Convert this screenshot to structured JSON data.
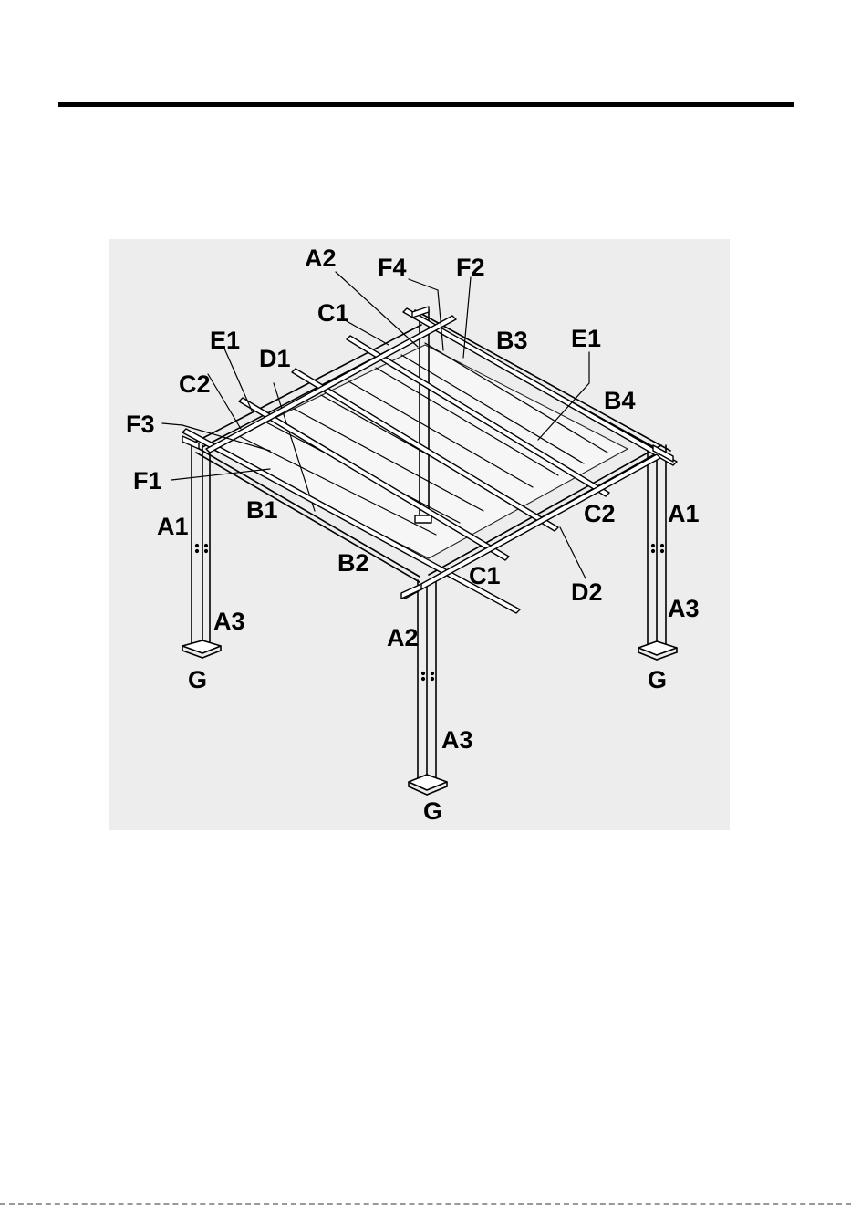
{
  "labels": {
    "a2_top": "A2",
    "f4": "F4",
    "f2": "F2",
    "c1_top": "C1",
    "b3": "B3",
    "e1_right": "E1",
    "e1_left": "E1",
    "d1": "D1",
    "c2_left": "C2",
    "b4": "B4",
    "f3": "F3",
    "f1": "F1",
    "b1": "B1",
    "a1_left": "A1",
    "c2_right": "C2",
    "a1_right": "A1",
    "b2": "B2",
    "c1_front": "C1",
    "d2": "D2",
    "a3_left": "A3",
    "a3_right": "A3",
    "a2_front": "A2",
    "g_left": "G",
    "g_right": "G",
    "a3_front": "A3",
    "g_front": "G"
  }
}
